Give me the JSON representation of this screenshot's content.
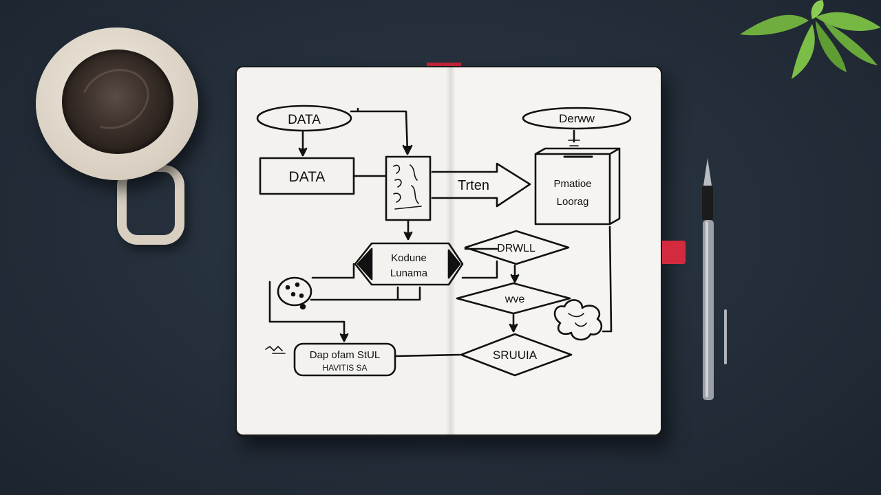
{
  "scene": {
    "background_color": "#232d39",
    "notebook_page_color": "#f3f2ee",
    "ribbon_color": "#d42a3e",
    "ink_color": "#111111"
  },
  "diagram": {
    "left_page": {
      "top_oval_label": "DATA",
      "rect_label": "DATA",
      "hexagon_label_line1": "Kodune",
      "hexagon_label_line2": "Lunama",
      "bottom_box_line1": "Dap ofam StUL",
      "bottom_box_line2": "HAVITIS SA"
    },
    "right_page": {
      "top_oval_label": "Derww",
      "arrow_label": "Trten",
      "box_label_line1": "Pmatioe",
      "box_label_line2": "Loorag",
      "diamond1_label": "DRWLL",
      "diamond2_label": "wve",
      "diamond3_label": "SRUUIA"
    }
  },
  "objects": {
    "mug": "coffee-mug",
    "plant": "succulent-plant",
    "pen": "fountain-pen",
    "notebook": "open-notebook"
  }
}
